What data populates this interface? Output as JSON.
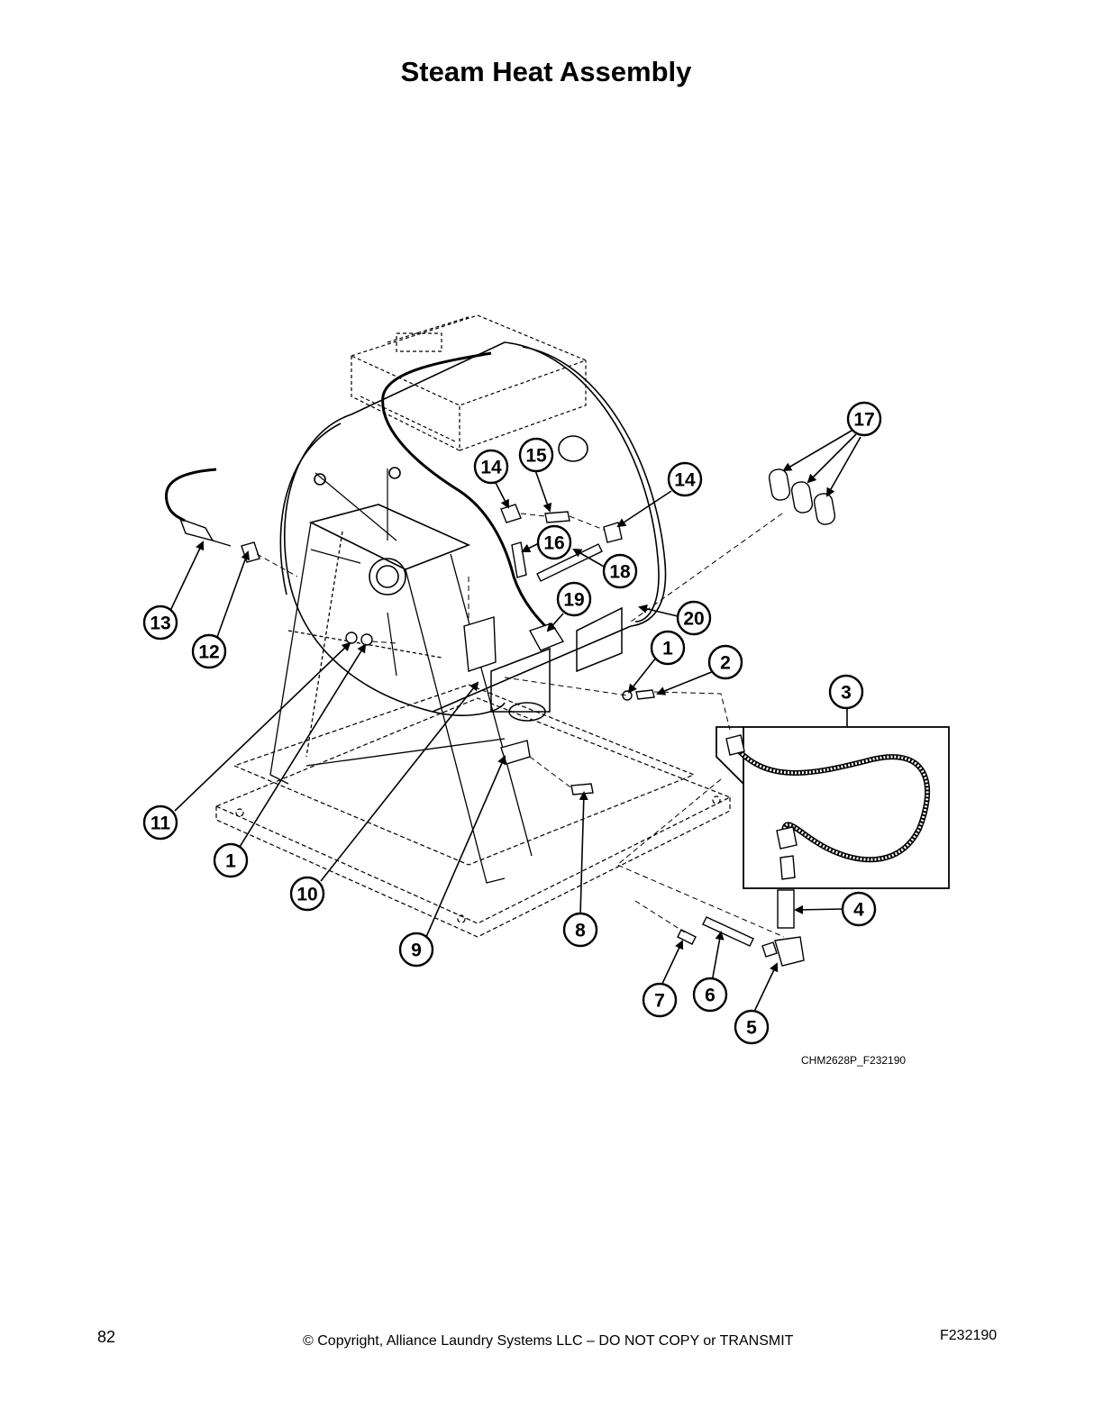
{
  "page": {
    "title": "Steam Heat Assembly",
    "figure_id": "CHM2628P_F232190",
    "footer": {
      "page_number": "82",
      "copyright": "© Copyright, Alliance Laundry Systems LLC – DO NOT COPY or TRANSMIT",
      "doc_number": "F232190"
    }
  },
  "callouts": [
    {
      "label": "17"
    },
    {
      "label": "14"
    },
    {
      "label": "15"
    },
    {
      "label": "14"
    },
    {
      "label": "16"
    },
    {
      "label": "18"
    },
    {
      "label": "19"
    },
    {
      "label": "20"
    },
    {
      "label": "13"
    },
    {
      "label": "12"
    },
    {
      "label": "1"
    },
    {
      "label": "2"
    },
    {
      "label": "3"
    },
    {
      "label": "11"
    },
    {
      "label": "1"
    },
    {
      "label": "10"
    },
    {
      "label": "9"
    },
    {
      "label": "8"
    },
    {
      "label": "4"
    },
    {
      "label": "7"
    },
    {
      "label": "6"
    },
    {
      "label": "5"
    }
  ]
}
